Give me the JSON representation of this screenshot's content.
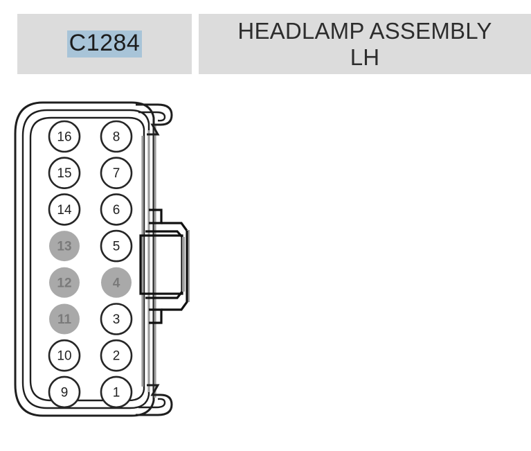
{
  "header": {
    "connector_code": "C1284",
    "connector_name": "HEADLAMP ASSEMBLY\nLH",
    "code_cell_bg": "#dcdcdc",
    "name_cell_bg": "#dcdcdc",
    "code_highlight_color": "#a8c4d8"
  },
  "connector": {
    "title": "16-cavity connector face view",
    "pin_count": 16,
    "columns": 2,
    "rows": 8,
    "filled_color": "#a9a9a9",
    "open_color": "#ffffff",
    "outline_color": "#1e1e1e",
    "pins": [
      {
        "number": "16",
        "col": 0,
        "row": 0,
        "filled": false
      },
      {
        "number": "8",
        "col": 1,
        "row": 0,
        "filled": false
      },
      {
        "number": "15",
        "col": 0,
        "row": 1,
        "filled": false
      },
      {
        "number": "7",
        "col": 1,
        "row": 1,
        "filled": false
      },
      {
        "number": "14",
        "col": 0,
        "row": 2,
        "filled": false
      },
      {
        "number": "6",
        "col": 1,
        "row": 2,
        "filled": false
      },
      {
        "number": "13",
        "col": 0,
        "row": 3,
        "filled": true
      },
      {
        "number": "5",
        "col": 1,
        "row": 3,
        "filled": false
      },
      {
        "number": "12",
        "col": 0,
        "row": 4,
        "filled": true
      },
      {
        "number": "4",
        "col": 1,
        "row": 4,
        "filled": true
      },
      {
        "number": "11",
        "col": 0,
        "row": 5,
        "filled": true
      },
      {
        "number": "3",
        "col": 1,
        "row": 5,
        "filled": false
      },
      {
        "number": "10",
        "col": 0,
        "row": 6,
        "filled": false
      },
      {
        "number": "2",
        "col": 1,
        "row": 6,
        "filled": false
      },
      {
        "number": "9",
        "col": 0,
        "row": 7,
        "filled": false
      },
      {
        "number": "1",
        "col": 1,
        "row": 7,
        "filled": false
      }
    ]
  }
}
